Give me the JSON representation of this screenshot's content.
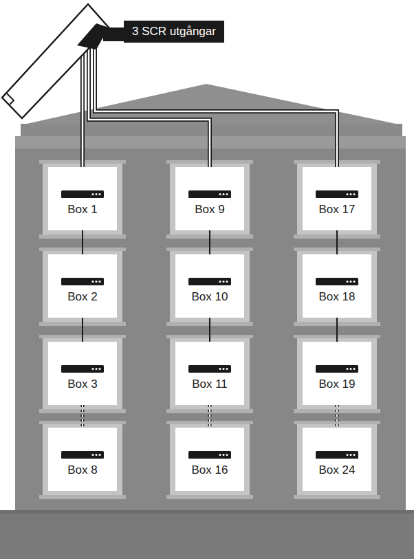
{
  "diagram": {
    "nodes": [
      {
        "text": [
          "3 SCR utgångar"
        ]
      },
      {
        "text": [
          "Box 1"
        ]
      },
      {
        "text": [
          "Box 2"
        ]
      },
      {
        "text": [
          "Box 3"
        ]
      },
      {
        "text": [
          "Box 8"
        ]
      },
      {
        "text": [
          "Box 9"
        ]
      },
      {
        "text": [
          "Box 10"
        ]
      },
      {
        "text": [
          "Box 11"
        ]
      },
      {
        "text": [
          "Box 16"
        ]
      },
      {
        "text": [
          "Box 17"
        ]
      },
      {
        "text": [
          "Box 18"
        ]
      },
      {
        "text": [
          "Box 19"
        ]
      },
      {
        "text": [
          "Box 24"
        ]
      }
    ],
    "edges": [
      {
        "from": 1,
        "to": 2,
        "arrow": "none"
      },
      {
        "from": 2,
        "to": 3,
        "arrow": "none"
      },
      {
        "from": 3,
        "to": 4,
        "arrow": "none"
      },
      {
        "from": 5,
        "to": 6,
        "arrow": "none"
      },
      {
        "from": 6,
        "to": 7,
        "arrow": "none"
      },
      {
        "from": 7,
        "to": 8,
        "arrow": "none"
      },
      {
        "from": 9,
        "to": 10,
        "arrow": "none"
      },
      {
        "from": 10,
        "to": 11,
        "arrow": "none"
      },
      {
        "from": 11,
        "to": 12,
        "arrow": "none"
      }
    ]
  }
}
